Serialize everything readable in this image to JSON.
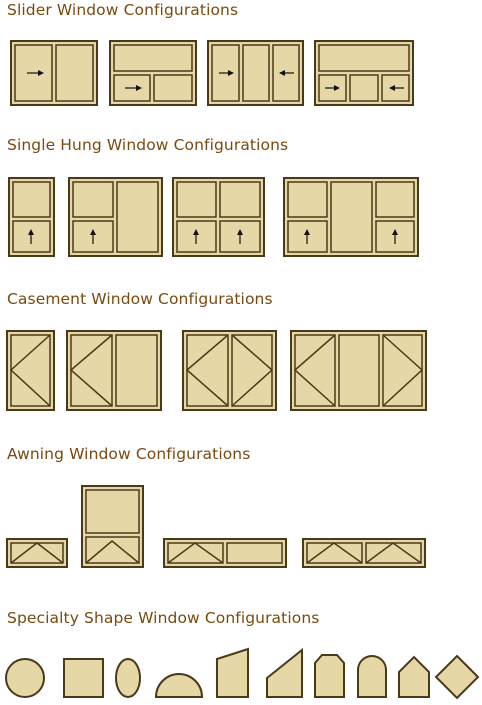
{
  "sections": [
    {
      "title": "Slider Window Configurations",
      "icons": [
        "slider-xo-icon",
        "slider-3lite-icon",
        "slider-xox-icon",
        "slider-3lite-end-vent-icon"
      ]
    },
    {
      "title": "Single Hung Window Configurations",
      "icons": [
        "single-hung-icon",
        "single-hung-with-picture-icon",
        "twin-single-hung-icon",
        "single-hung-picture-single-hung-icon"
      ]
    },
    {
      "title": "Casement Window Configurations",
      "icons": [
        "casement-single-icon",
        "casement-with-picture-icon",
        "twin-casement-icon",
        "casement-picture-casement-icon"
      ]
    },
    {
      "title": "Awning Window Configurations",
      "icons": [
        "awning-single-icon",
        "awning-stacked-picture-icon",
        "awning-with-picture-icon",
        "twin-awning-icon"
      ]
    },
    {
      "title": "Specialty Shape Window Configurations",
      "icons": [
        "circle-shape-icon",
        "square-shape-icon",
        "oval-shape-icon",
        "half-round-shape-icon",
        "trapezoid-shape-icon",
        "angled-trapezoid-icon",
        "octagon-top-icon",
        "arch-top-icon",
        "pentagon-icon",
        "diamond-icon"
      ]
    }
  ],
  "colors": {
    "frame": "#4a3a1a",
    "fill": "#e6d7a6",
    "heading": "#7a4a10"
  }
}
